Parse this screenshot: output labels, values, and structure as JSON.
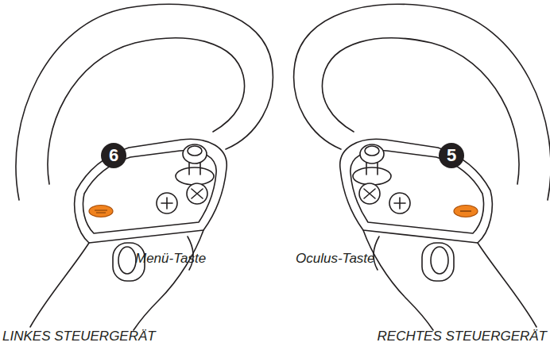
{
  "diagram": {
    "labels": [
      "6",
      "5",
      "Menü-Taste",
      "Oculus-Taste",
      "LINKES STEUERGERÄT",
      "RECHTES STEUERGERÄT"
    ]
  }
}
